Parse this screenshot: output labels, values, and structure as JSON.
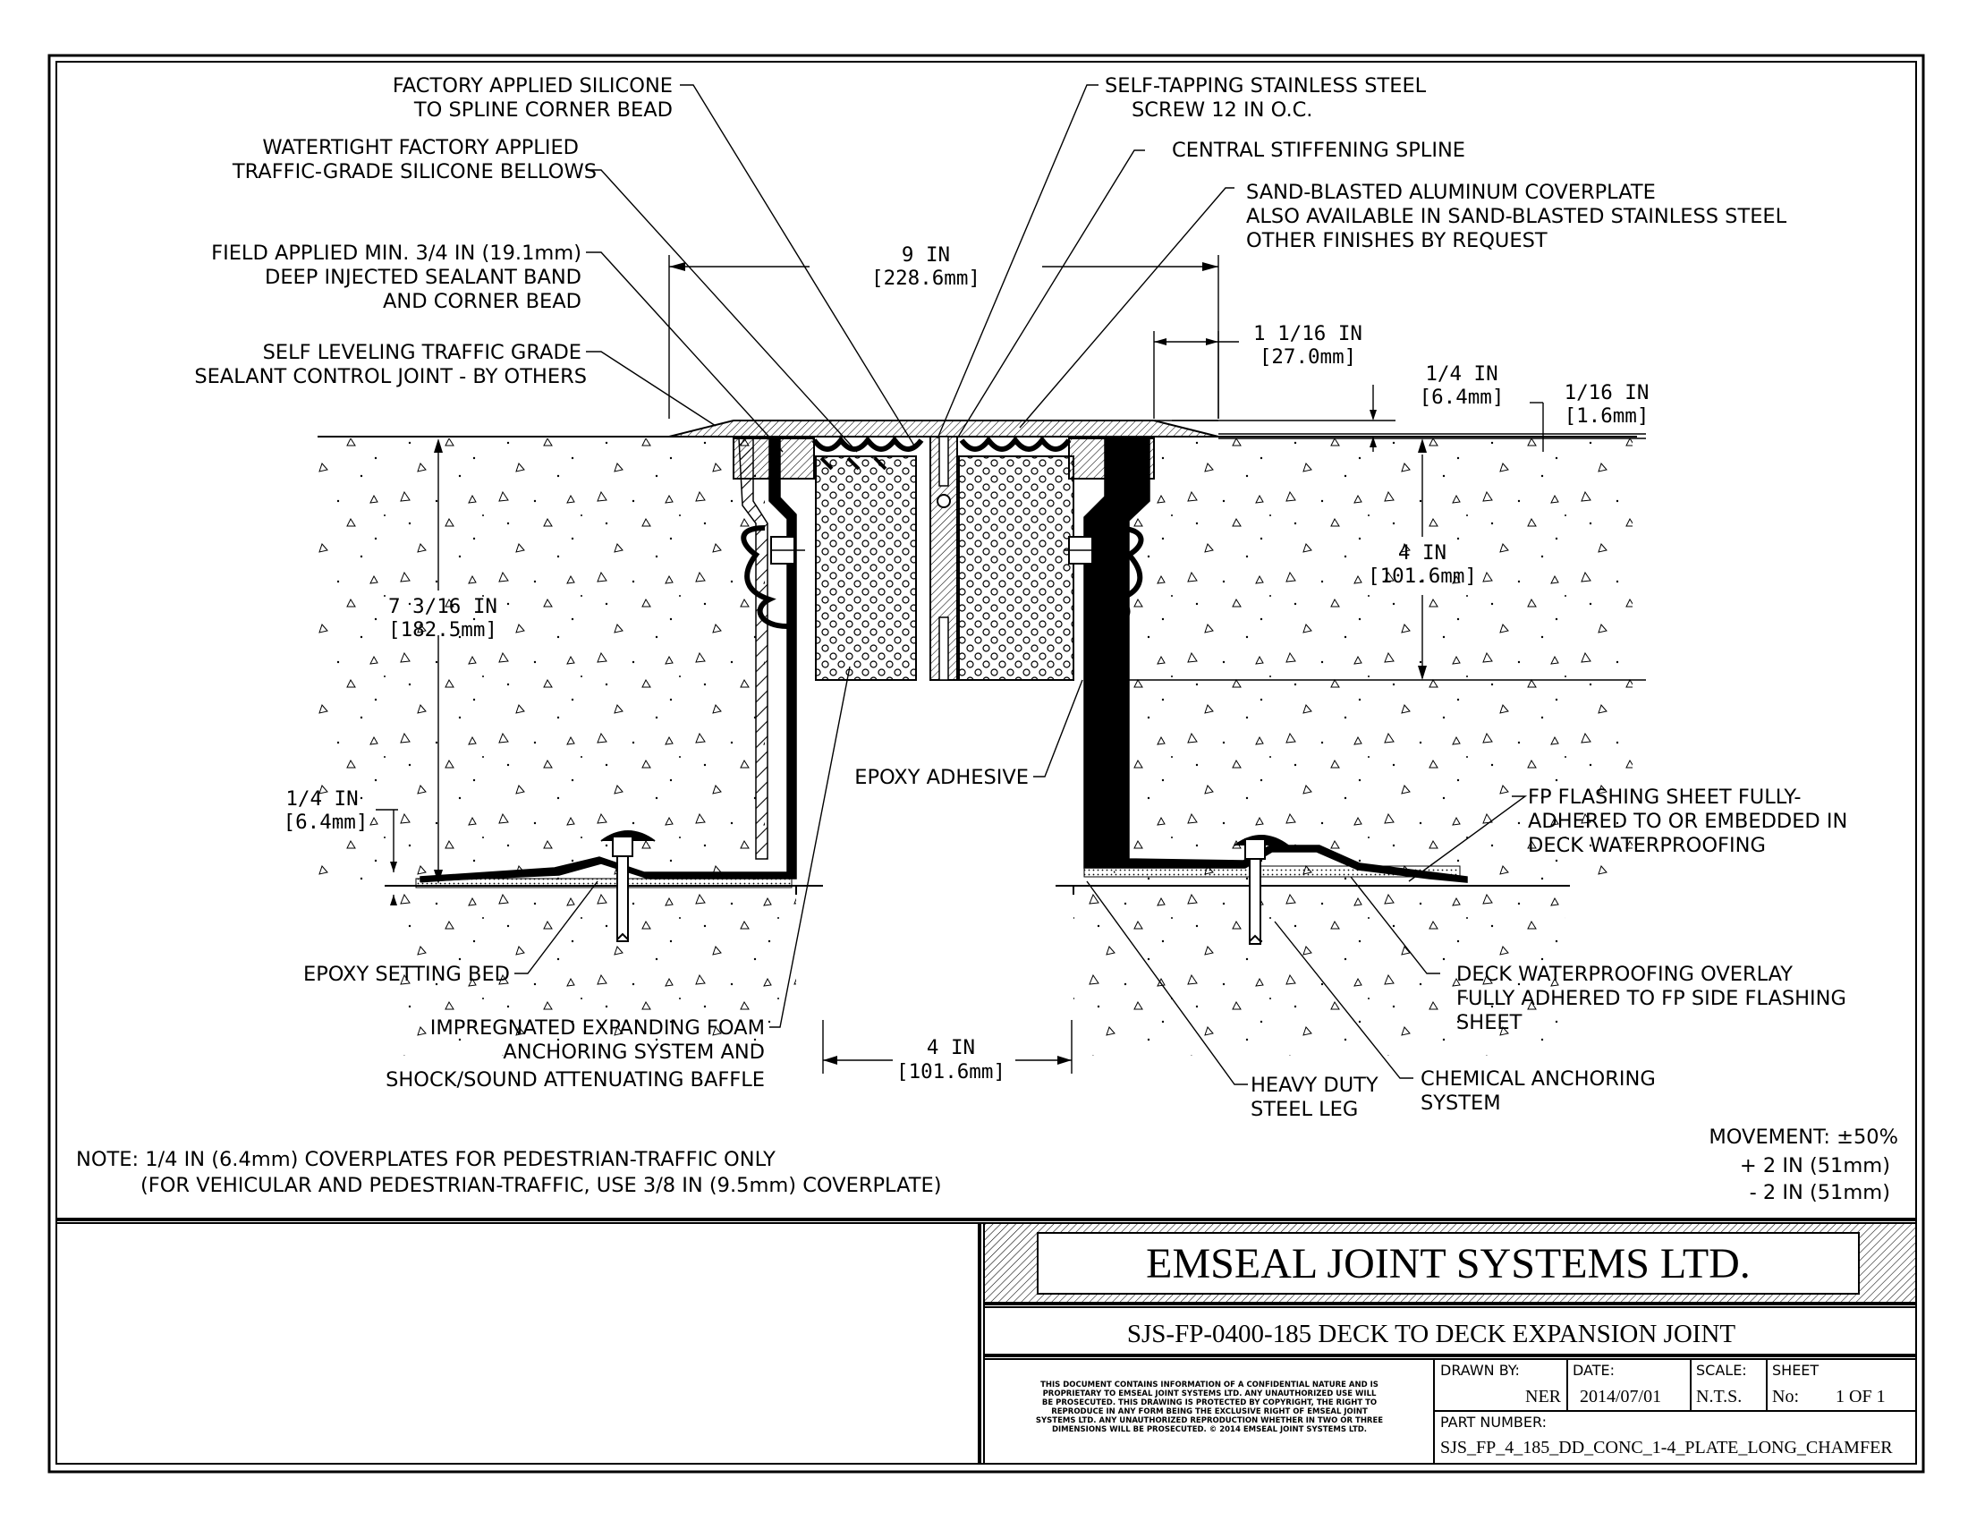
{
  "callouts": {
    "factory_silicone": [
      "FACTORY APPLIED SILICONE",
      "TO SPLINE CORNER BEAD"
    ],
    "bellows": [
      "WATERTIGHT FACTORY APPLIED",
      "TRAFFIC-GRADE SILICONE BELLOWS"
    ],
    "field_sealant": [
      "FIELD APPLIED MIN. 3/4 IN (19.1mm)",
      "DEEP INJECTED SEALANT BAND",
      "AND CORNER BEAD"
    ],
    "self_leveling": [
      "SELF LEVELING TRAFFIC GRADE",
      "SEALANT CONTROL JOINT - BY OTHERS"
    ],
    "screw": [
      "SELF-TAPPING STAINLESS STEEL",
      "SCREW 12 IN O.C."
    ],
    "spline": [
      "CENTRAL STIFFENING SPLINE"
    ],
    "coverplate": [
      "SAND-BLASTED ALUMINUM COVERPLATE",
      "ALSO AVAILABLE IN SAND-BLASTED STAINLESS STEEL",
      "OTHER FINISHES BY REQUEST"
    ],
    "epoxy_adhesive": [
      "EPOXY ADHESIVE"
    ],
    "fp_flashing": [
      "FP FLASHING SHEET FULLY-",
      "ADHERED TO OR EMBEDDED IN",
      "DECK WATERPROOFING"
    ],
    "epoxy_bed": [
      "EPOXY SETTING BED"
    ],
    "foam": [
      "IMPREGNATED EXPANDING FOAM",
      "ANCHORING SYSTEM AND",
      "SHOCK/SOUND ATTENUATING BAFFLE"
    ],
    "steel_leg": [
      "HEAVY DUTY",
      "STEEL LEG"
    ],
    "chemical": [
      "CHEMICAL ANCHORING",
      "SYSTEM"
    ],
    "deck_overlay": [
      "DECK WATERPROOFING OVERLAY",
      "FULLY ADHERED TO FP SIDE FLASHING",
      "SHEET"
    ]
  },
  "dimensions": {
    "width_9": [
      "9 IN",
      "[228.6mm]"
    ],
    "chamfer": [
      "1 1/16 IN",
      "[27.0mm]"
    ],
    "plate_quarter": [
      "1/4 IN",
      "[6.4mm]"
    ],
    "plate_sixteenth": [
      "1/16 IN",
      "[1.6mm]"
    ],
    "depth_4": [
      "4 IN",
      "[101.6mm]"
    ],
    "depth_total": [
      "7 3/16 IN",
      "[182.5mm]"
    ],
    "flange_quarter": [
      "1/4 IN",
      "[6.4mm]"
    ],
    "gap_4": [
      "4 IN",
      "[101.6mm]"
    ]
  },
  "note": [
    "NOTE: 1/4 IN (6.4mm) COVERPLATES FOR PEDESTRIAN-TRAFFIC ONLY",
    "(FOR VEHICULAR AND PEDESTRIAN-TRAFFIC, USE 3/8 IN (9.5mm) COVERPLATE)"
  ],
  "movement": [
    "MOVEMENT: ±50%",
    "+ 2 IN (51mm)",
    "- 2 IN (51mm)"
  ],
  "title_block": {
    "company": "EMSEAL JOINT SYSTEMS LTD.",
    "drawing_title": "SJS-FP-0400-185 DECK TO DECK EXPANSION JOINT",
    "disclaimer": [
      "THIS DOCUMENT CONTAINS INFORMATION OF A CONFIDENTIAL NATURE AND IS",
      "PROPRIETARY TO EMSEAL JOINT SYSTEMS LTD. ANY UNAUTHORIZED USE WILL",
      "BE PROSECUTED. THIS DRAWING IS PROTECTED BY COPYRIGHT, THE RIGHT TO",
      "REPRODUCE IN ANY FORM BEING THE EXCLUSIVE RIGHT OF EMSEAL JOINT",
      "SYSTEMS LTD. ANY UNAUTHORIZED REPRODUCTION WHETHER IN TWO OR THREE",
      "DIMENSIONS WILL BE PROSECUTED. © 2014 EMSEAL JOINT SYSTEMS LTD."
    ],
    "drawn_by_label": "DRAWN BY:",
    "drawn_by": "NER",
    "date_label": "DATE:",
    "date": "2014/07/01",
    "scale_label": "SCALE:",
    "scale": "N.T.S.",
    "sheet_label": "SHEET",
    "sheet_no_label": "No:",
    "sheet": "1 OF 1",
    "part_label": "PART NUMBER:",
    "part_number": "SJS_FP_4_185_DD_CONC_1-4_PLATE_LONG_CHAMFER"
  }
}
